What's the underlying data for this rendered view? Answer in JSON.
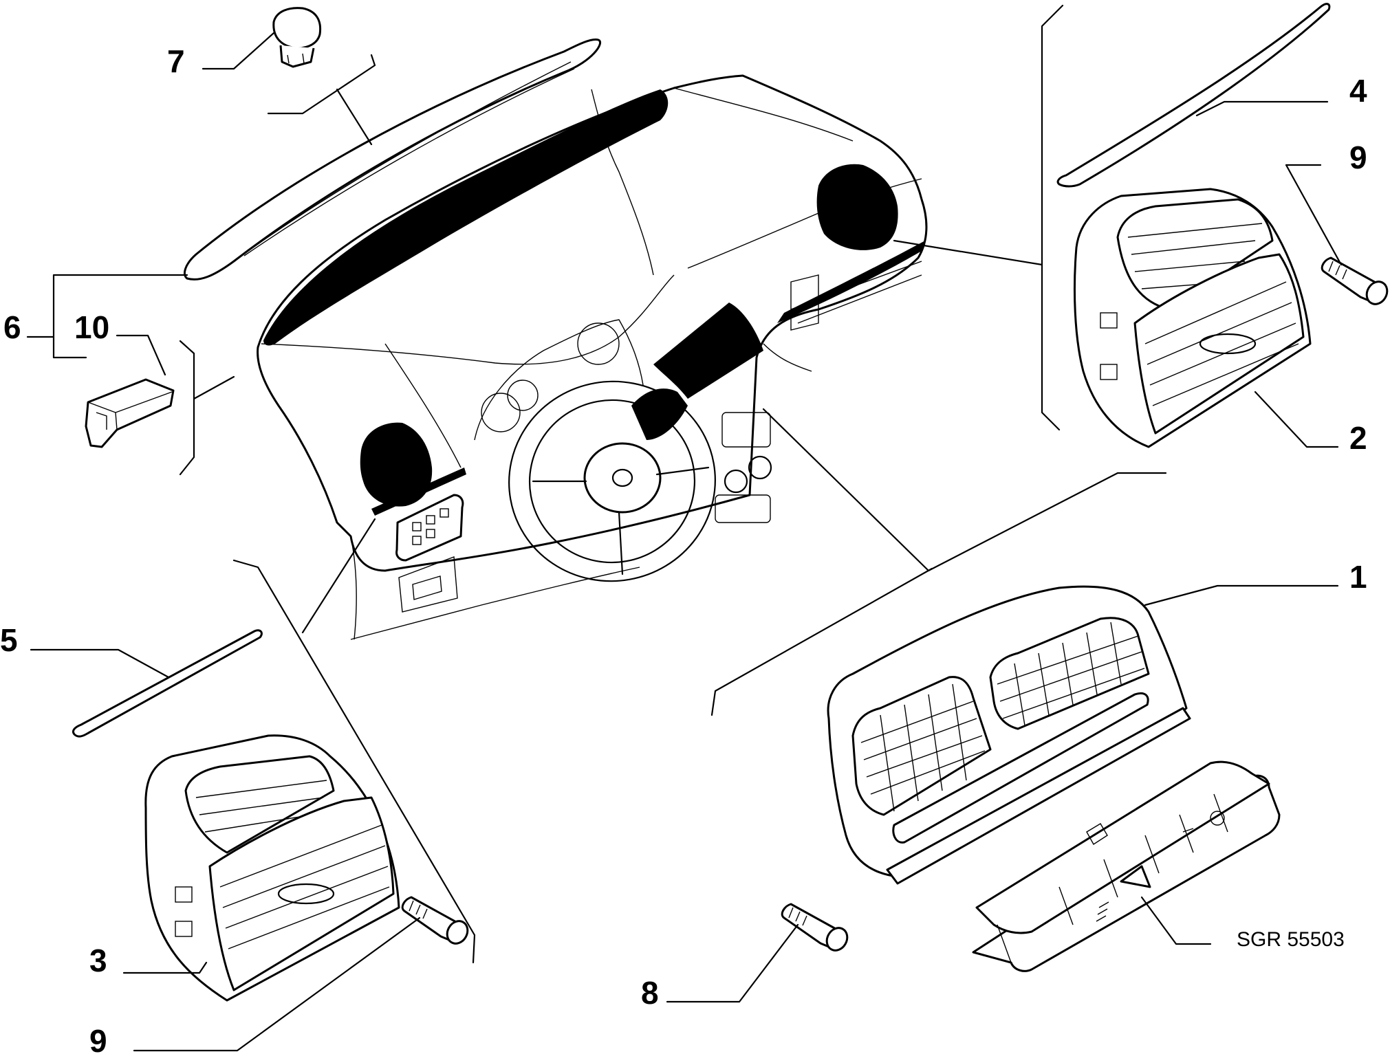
{
  "diagram": {
    "reference_code": "SGR 55503",
    "callouts": [
      {
        "id": "p1",
        "label": "1"
      },
      {
        "id": "p2",
        "label": "2"
      },
      {
        "id": "p3",
        "label": "3"
      },
      {
        "id": "p4",
        "label": "4"
      },
      {
        "id": "p5",
        "label": "5"
      },
      {
        "id": "p6",
        "label": "6"
      },
      {
        "id": "p7",
        "label": "7"
      },
      {
        "id": "p8",
        "label": "8"
      },
      {
        "id": "p9a",
        "label": "9"
      },
      {
        "id": "p9b",
        "label": "9"
      },
      {
        "id": "p10",
        "label": "10"
      }
    ]
  }
}
